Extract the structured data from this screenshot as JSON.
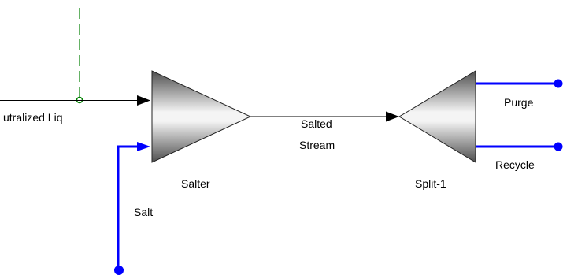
{
  "flowsheet": {
    "streams": {
      "neutralized_liquid": "utralized Liq",
      "salt": "Salt",
      "salted_stream_line1": "Salted",
      "salted_stream_line2": "Stream",
      "purge": "Purge",
      "recycle": "Recycle"
    },
    "units": {
      "salter": "Salter",
      "splitter": "Split-1"
    },
    "colors": {
      "material_stream": "#000000",
      "feed_stream": "#0000ff",
      "energy_link": "#008000",
      "unit_light": "#f4f4f4",
      "unit_dark": "#5a5a5a"
    }
  }
}
